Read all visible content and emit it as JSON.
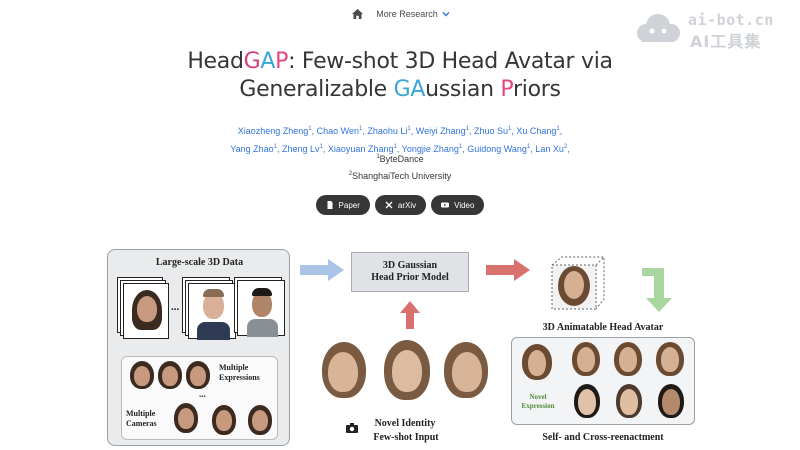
{
  "nav": {
    "more_label": "More Research"
  },
  "watermark": {
    "line1": "ai-bot.cn",
    "line2": "AI工具集"
  },
  "title": {
    "line1_head": "Head",
    "line1_g": "G",
    "line1_a": "A",
    "line1_p": "P",
    "line1_rest": ": Few-shot 3D Head Avatar via",
    "line2_pre": "Generalizable ",
    "line2_ga": "GA",
    "line2_mid": "ussian ",
    "line2_p": "P",
    "line2_rest": "riors"
  },
  "authors": [
    {
      "name": "Xiaozheng Zheng",
      "sup": "1",
      "sep": ", "
    },
    {
      "name": "Chao Wen",
      "sup": "1",
      "sep": ", "
    },
    {
      "name": "Zhaohu Li",
      "sup": "1",
      "sep": ", "
    },
    {
      "name": "Weiyi Zhang",
      "sup": "1",
      "sep": ", "
    },
    {
      "name": "Zhuo Su",
      "sup": "1",
      "sep": ", "
    },
    {
      "name": "Xu Chang",
      "sup": "1",
      "sep": ","
    },
    {
      "name": "Yang Zhao",
      "sup": "1",
      "sep": ", "
    },
    {
      "name": "Zheng Lv",
      "sup": "1",
      "sep": ", "
    },
    {
      "name": "Xiaoyuan Zhang",
      "sup": "1",
      "sep": ", "
    },
    {
      "name": "Yongjie Zhang",
      "sup": "1",
      "sep": ", "
    },
    {
      "name": "Guidong Wang",
      "sup": "1",
      "sep": ", "
    },
    {
      "name": "Lan Xu",
      "sup": "2",
      "sep": ","
    }
  ],
  "affiliations": [
    {
      "sup": "1",
      "name": "ByteDance"
    },
    {
      "sup": "2",
      "name": "ShanghaiTech University"
    }
  ],
  "buttons": {
    "paper": "Paper",
    "arxiv": "arXiv",
    "video": "Video"
  },
  "figure": {
    "large_scale": "Large-scale 3D Data",
    "multiple_expressions_1": "Multiple",
    "multiple_expressions_2": "Expressions",
    "multiple_cameras_1": "Multiple",
    "multiple_cameras_2": "Cameras",
    "prior_line1": "3D Gaussian",
    "prior_line2": "Head Prior Model",
    "novel_identity": "Novel Identity",
    "few_shot": "Few-shot Input",
    "animatable": "3D Animatable Head Avatar",
    "novel_expr_1": "Novel",
    "novel_expr_2": "Expression",
    "reenactment": "Self- and Cross-reenactment",
    "ellipsis": "...",
    "colors": {
      "arrow_blue": "#a9c4e6",
      "arrow_red": "#d9716f",
      "arrow_green": "#a8d5a0",
      "novel_identity": "#c0392b",
      "novel_expression": "#4f8a3c"
    }
  }
}
